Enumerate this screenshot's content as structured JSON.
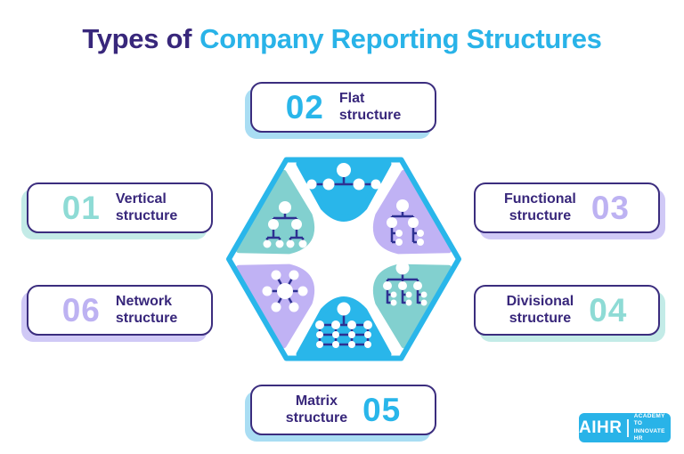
{
  "title": {
    "text_dark": "Types of",
    "text_blue": "Company Reporting Structures"
  },
  "boxes": [
    {
      "number": "01",
      "label1": "Vertical",
      "label2": "structure",
      "accent": "#8edbd5",
      "shadow": "#c3ebe7"
    },
    {
      "number": "02",
      "label1": "Flat",
      "label2": "structure",
      "accent": "#29b6ea",
      "shadow": "#a9ddf3"
    },
    {
      "number": "03",
      "label1": "Functional",
      "label2": "structure",
      "accent": "#bdb2f2",
      "shadow": "#d0c9f6"
    },
    {
      "number": "04",
      "label1": "Divisional",
      "label2": "structure",
      "accent": "#8edbd5",
      "shadow": "#c3ebe7"
    },
    {
      "number": "05",
      "label1": "Matrix",
      "label2": "structure",
      "accent": "#29b6ea",
      "shadow": "#a9ddf3"
    },
    {
      "number": "06",
      "label1": "Network",
      "label2": "structure",
      "accent": "#bdb2f2",
      "shadow": "#d0c9f6"
    }
  ],
  "hexagon": {
    "outline_color": "#29b6ea",
    "sectors": [
      {
        "position": "top",
        "structure": "flat",
        "color": "#29b6ea"
      },
      {
        "position": "upper-right",
        "structure": "functional",
        "color": "#c0b2f4"
      },
      {
        "position": "lower-right",
        "structure": "divisional",
        "color": "#82d0cf"
      },
      {
        "position": "bottom",
        "structure": "matrix",
        "color": "#29b6ea"
      },
      {
        "position": "lower-left",
        "structure": "network",
        "color": "#c0b2f4"
      },
      {
        "position": "upper-left",
        "structure": "vertical",
        "color": "#82d0cf"
      }
    ],
    "icon_line_color": "#2e3192"
  },
  "logo": {
    "brand": "AIHR",
    "tagline1": "ACADEMY TO",
    "tagline2": "INNOVATE HR"
  },
  "colors": {
    "dark_indigo": "#38277b",
    "bright_blue": "#29b3e8",
    "teal": "#8edbd5",
    "lavender": "#bdb2f2"
  }
}
